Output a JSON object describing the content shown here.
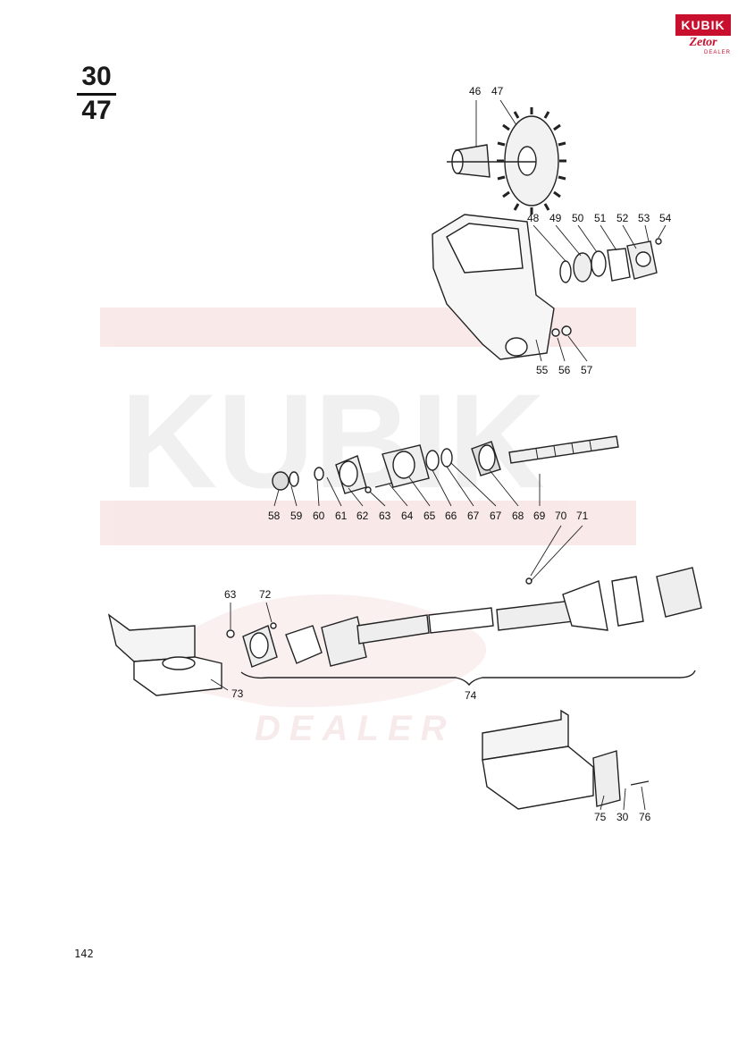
{
  "fraction": {
    "top": "30",
    "bottom": "47"
  },
  "page_number": "142",
  "logo": {
    "top_text": "KUBIK",
    "mid_text": "Zetor",
    "sub_text": "DEALER"
  },
  "watermark": {
    "word": "KUBIK",
    "sub": "DEALER",
    "color": "#e8e8e8",
    "accent": "#f6dede"
  },
  "callouts": {
    "c46": "46",
    "c47": "47",
    "c48": "48",
    "c49": "49",
    "c50": "50",
    "c51": "51",
    "c52": "52",
    "c53": "53",
    "c54": "54",
    "c55": "55",
    "c56": "56",
    "c57": "57",
    "c58": "58",
    "c59": "59",
    "c60": "60",
    "c61": "61",
    "c62": "62",
    "c63a": "63",
    "c64": "64",
    "c65": "65",
    "c66": "66",
    "c67a": "67",
    "c67b": "67",
    "c68": "68",
    "c69": "69",
    "c70": "70",
    "c71": "71",
    "c63b": "63",
    "c72": "72",
    "c73": "73",
    "c74": "74",
    "c75": "75",
    "c30": "30",
    "c76": "76"
  }
}
